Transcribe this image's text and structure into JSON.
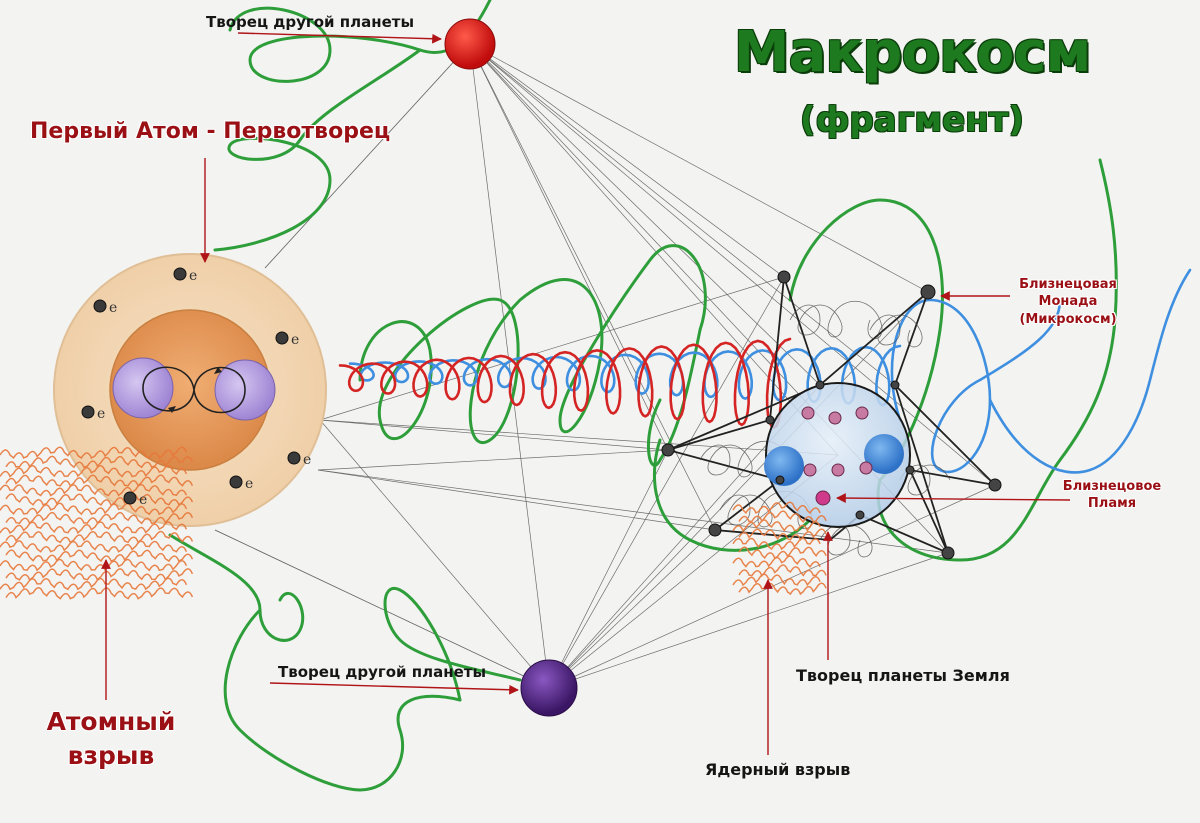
{
  "title": "Макрокосм",
  "subtitle": "(фрагмент)",
  "labels": {
    "creator_other_planet_top": "Творец другой планеты",
    "first_atom": "Первый  Атом - Первотворец",
    "twin_monad_line1": "Близнецовая",
    "twin_monad_line2": "Монада",
    "twin_monad_line3": "(Микрокосм)",
    "twin_flame_line1": "Близнецовое",
    "twin_flame_line2": "Пламя",
    "creator_other_planet_bottom": "Творец другой планеты",
    "creator_earth": "Творец планеты Земля",
    "atomic_explosion_line1": "Атомный",
    "atomic_explosion_line2": "взрыв",
    "nuclear_explosion": "Ядерный взрыв",
    "electron_symbol": "e"
  },
  "colors": {
    "title_green": "#1e7a1e",
    "label_red": "#9a1015",
    "spiral_green": "#2e9e3a",
    "spiral_red": "#d42424",
    "spiral_blue": "#3f8fe0",
    "atom_outer": "#f5d9b8",
    "atom_inner": "#e69a5b",
    "nucleus_violet": "#b9a2e0",
    "planet_red": "#e01616",
    "planet_violet": "#5a2c8c",
    "earth_sphere": "#cfe0f2"
  }
}
